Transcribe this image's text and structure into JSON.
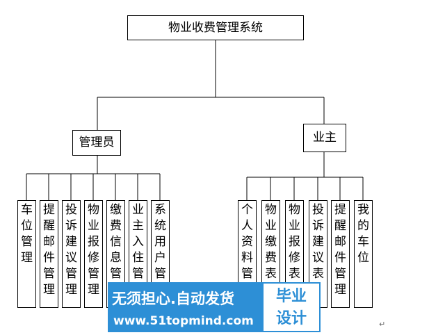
{
  "diagram": {
    "root": {
      "label": "物业收费管理系统"
    },
    "branches": [
      {
        "label": "管理员",
        "children": [
          "车位管理",
          "提醒邮件管理",
          "投诉建议管理",
          "物业报修管理",
          "缴费信息管理",
          "业主入住管理",
          "系统用户管理"
        ]
      },
      {
        "label": "业主",
        "children": [
          "个人资料管理",
          "物业缴费表",
          "物业报修表",
          "投诉建议表",
          "提醒邮件管理",
          "我的车位"
        ]
      }
    ]
  },
  "watermark": {
    "slogan": "无须担心.自动发货",
    "url": "www.51topmind.com",
    "brand_top": "毕业",
    "brand_bottom": "设计"
  },
  "paragraph_mark": "↵"
}
